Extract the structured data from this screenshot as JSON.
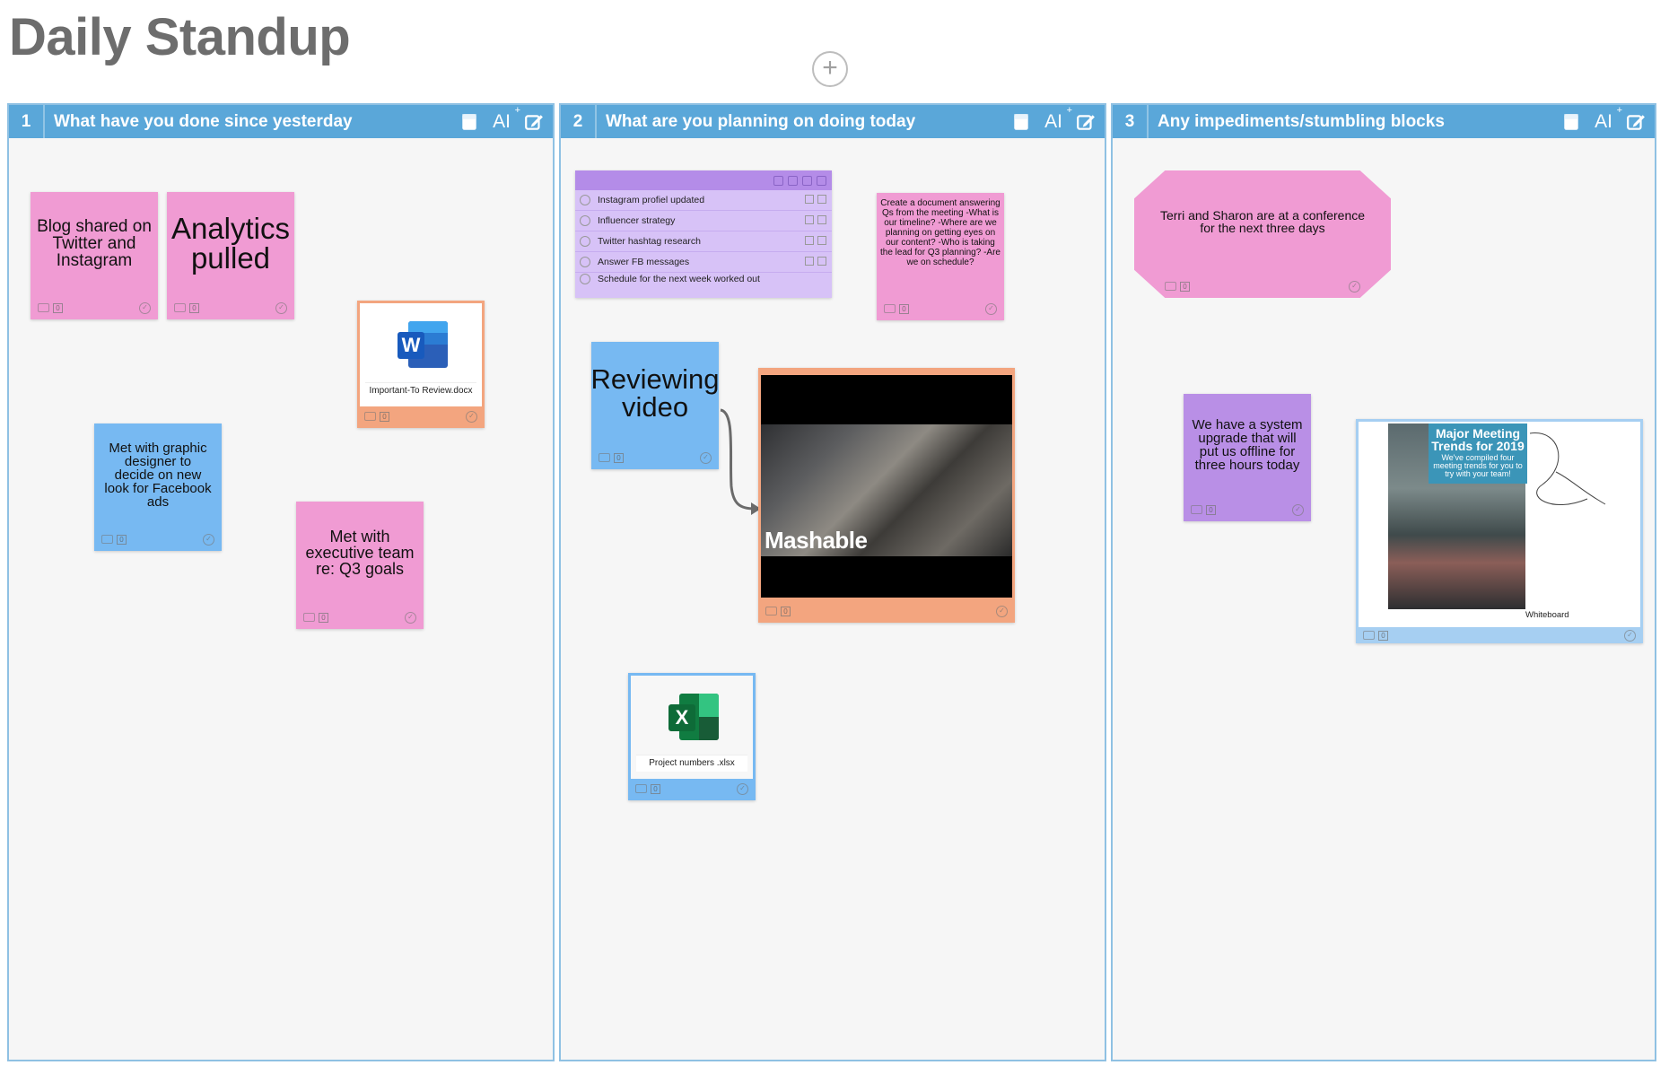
{
  "board": {
    "title": "Daily Standup",
    "add_icon": "plus-circle-icon",
    "add_symbol": "+"
  },
  "columns": [
    {
      "number": "1",
      "title": "What have you done since yesterday"
    },
    {
      "number": "2",
      "title": "What are you planning on doing today"
    },
    {
      "number": "3",
      "title": "Any impediments/stumbling blocks"
    }
  ],
  "column_tools": {
    "ai_label": "AI",
    "ai_sup": "+"
  },
  "col1": {
    "note_blog": "Blog shared on Twitter and Instagram",
    "note_analytics": "Analytics pulled",
    "word_file": "Important-To Review.docx",
    "word_letter": "W",
    "note_designer": "Met with graphic designer to decide on new look for Facebook ads",
    "note_exec": "Met with executive team re: Q3 goals"
  },
  "col2": {
    "checklist": [
      "Instagram profiel updated",
      "Influencer strategy",
      "Twitter hashtag research",
      "Answer FB messages",
      "Schedule for the next week worked out"
    ],
    "note_document": "Create a document answering Qs from the meeting -What is our timeline? -Where are we planning on getting eyes on our content? -Who is taking the lead for Q3 planning? -Are we on schedule?",
    "note_video": "Reviewing video",
    "video_brand": "Mashable",
    "excel_file": "Project numbers .xlsx",
    "excel_letter": "X"
  },
  "col3": {
    "note_conference": "Terri and Sharon are at a conference for the next three days",
    "note_upgrade": "We have a system upgrade that will put us offline for three hours today",
    "wb_title": "Major Meeting Trends for 2019",
    "wb_sub": "We've compiled four meeting trends for you to try with your team!",
    "wb_label": "Whiteboard"
  },
  "footer": {
    "count": "0",
    "check": "✓"
  },
  "colors": {
    "accent": "#5aa7d9",
    "pink": "#f09bd3",
    "blue": "#77b9f2",
    "purple": "#b98fe6",
    "orange": "#f3a57f"
  }
}
